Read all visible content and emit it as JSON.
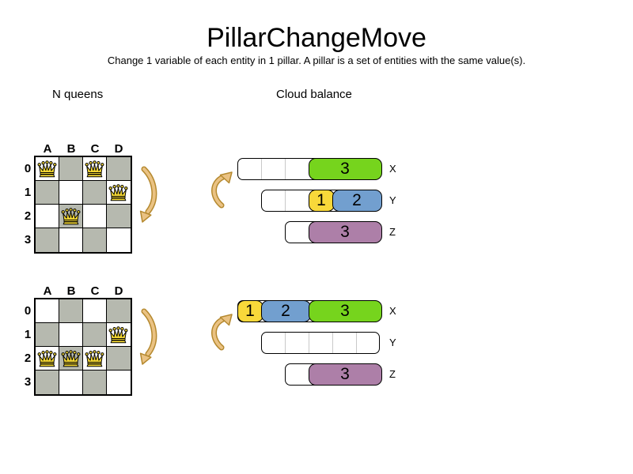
{
  "title": "PillarChangeMove",
  "subtitle": "Change 1 variable of each entity in 1 pillar. A pillar is a set of entities with the same value(s).",
  "sections": {
    "left_label": "N queens",
    "right_label": "Cloud balance"
  },
  "icons": {
    "queen_icon": "crown",
    "change_arrow_icon": "curved-arrow"
  },
  "colors": {
    "board_dark_cell": "#b6b9af",
    "board_light_cell": "#ffffff",
    "queen_fill": "#f3d733",
    "green": "#76d41d",
    "yellow": "#f8d83a",
    "blue": "#729fcf",
    "purple": "#ad7fa8",
    "arrow_fill": "#eac283",
    "arrow_stroke": "#b5892f",
    "block_border": "#000000"
  },
  "boards": [
    {
      "name": "before",
      "columns": [
        "A",
        "B",
        "C",
        "D"
      ],
      "rows": [
        "0",
        "1",
        "2",
        "3"
      ],
      "queens": [
        {
          "col": 0,
          "row": 0
        },
        {
          "col": 2,
          "row": 0
        },
        {
          "col": 3,
          "row": 1
        },
        {
          "col": 1,
          "row": 2
        }
      ]
    },
    {
      "name": "after",
      "columns": [
        "A",
        "B",
        "C",
        "D"
      ],
      "rows": [
        "0",
        "1",
        "2",
        "3"
      ],
      "queens": [
        {
          "col": 3,
          "row": 1
        },
        {
          "col": 0,
          "row": 2
        },
        {
          "col": 1,
          "row": 2
        },
        {
          "col": 2,
          "row": 2
        }
      ]
    }
  ],
  "cloud_states": [
    {
      "name": "before",
      "computers": [
        {
          "label": "X",
          "slots": 6,
          "processes": [
            {
              "value": "3",
              "color": "green",
              "start": 3,
              "span": 3
            }
          ]
        },
        {
          "label": "Y",
          "slots": 5,
          "processes": [
            {
              "value": "1",
              "color": "yellow",
              "start": 2,
              "span": 1
            },
            {
              "value": "2",
              "color": "blue",
              "start": 3,
              "span": 2
            }
          ]
        },
        {
          "label": "Z",
          "slots": 4,
          "processes": [
            {
              "value": "3",
              "color": "purple",
              "start": 1,
              "span": 3
            }
          ]
        }
      ]
    },
    {
      "name": "after",
      "computers": [
        {
          "label": "X",
          "slots": 6,
          "processes": [
            {
              "value": "1",
              "color": "yellow",
              "start": 0,
              "span": 1
            },
            {
              "value": "2",
              "color": "blue",
              "start": 1,
              "span": 2
            },
            {
              "value": "3",
              "color": "green",
              "start": 3,
              "span": 3
            }
          ]
        },
        {
          "label": "Y",
          "slots": 5,
          "processes": []
        },
        {
          "label": "Z",
          "slots": 4,
          "processes": [
            {
              "value": "3",
              "color": "purple",
              "start": 1,
              "span": 3
            }
          ]
        }
      ]
    }
  ]
}
